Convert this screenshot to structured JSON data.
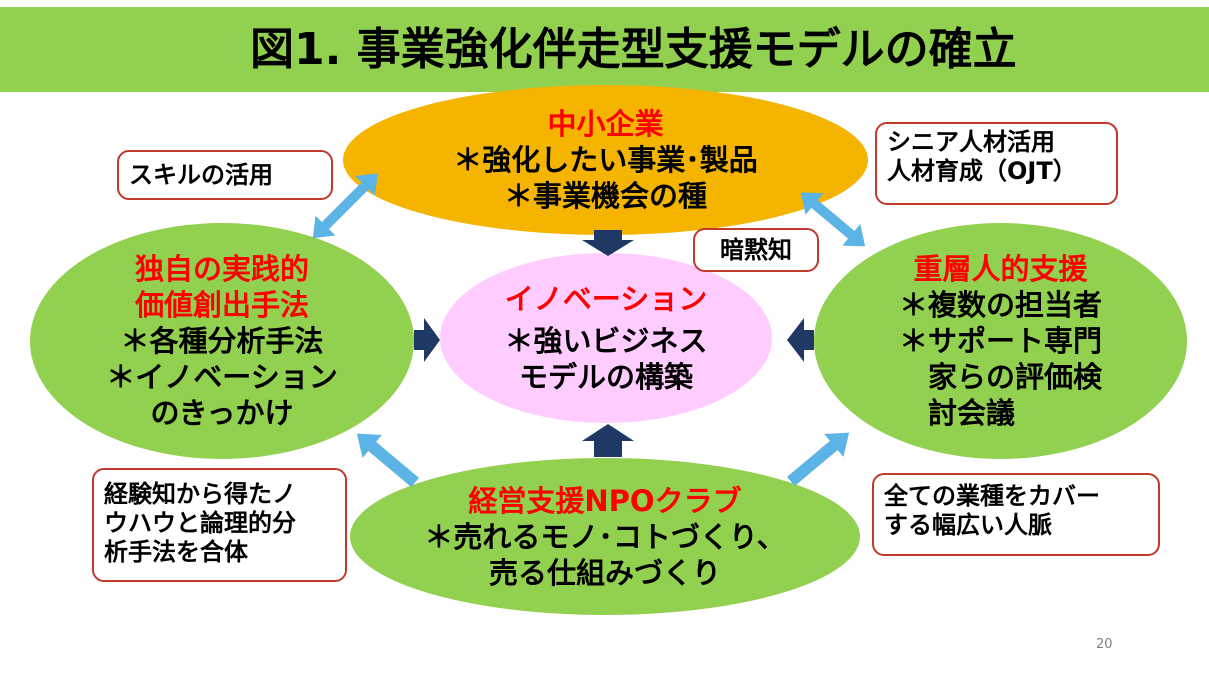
{
  "title": "図1. 事業強化伴走型支援モデルの確立",
  "top": {
    "heading": "中小企業",
    "lines": [
      "＊強化したい事業･製品",
      "＊事業機会の種"
    ]
  },
  "center": {
    "heading": "イノベーション",
    "lines": [
      "＊強いビジネス",
      "モデルの構築"
    ]
  },
  "left": {
    "heading_lines": [
      "独自の実践的",
      "価値創出手法"
    ],
    "lines": [
      "＊各種分析手法",
      "＊イノベーション",
      "のきっかけ"
    ]
  },
  "right": {
    "heading": "重層人的支援",
    "lines": [
      "＊複数の担当者",
      "＊サポート専門",
      "家らの評価検",
      "討会議"
    ]
  },
  "bottom": {
    "heading": "経営支援NPOクラブ",
    "lines": [
      "＊売れるモノ･コトづくり、",
      "売る仕組みづくり"
    ]
  },
  "boxes": {
    "skill": "スキルの活用",
    "senior": [
      "シニア人材活用",
      "人材育成（OJT）"
    ],
    "tacit": "暗黙知",
    "experience": [
      "経験知から得たノ",
      "ウハウと論理的分",
      "析手法を合体"
    ],
    "network": [
      "全ての業種をカバー",
      "する幅広い人脈"
    ]
  },
  "page_number": "20",
  "colors": {
    "title_bar": "#92d050",
    "top_ellipse": "#f4b400",
    "green_ellipse": "#92d050",
    "center_ellipse": "#ffccff",
    "heading_text": "#ff0000",
    "box_border": "#c0392b",
    "navy_arrow": "#1f3864",
    "blue_arrow": "#5bb3e6"
  }
}
